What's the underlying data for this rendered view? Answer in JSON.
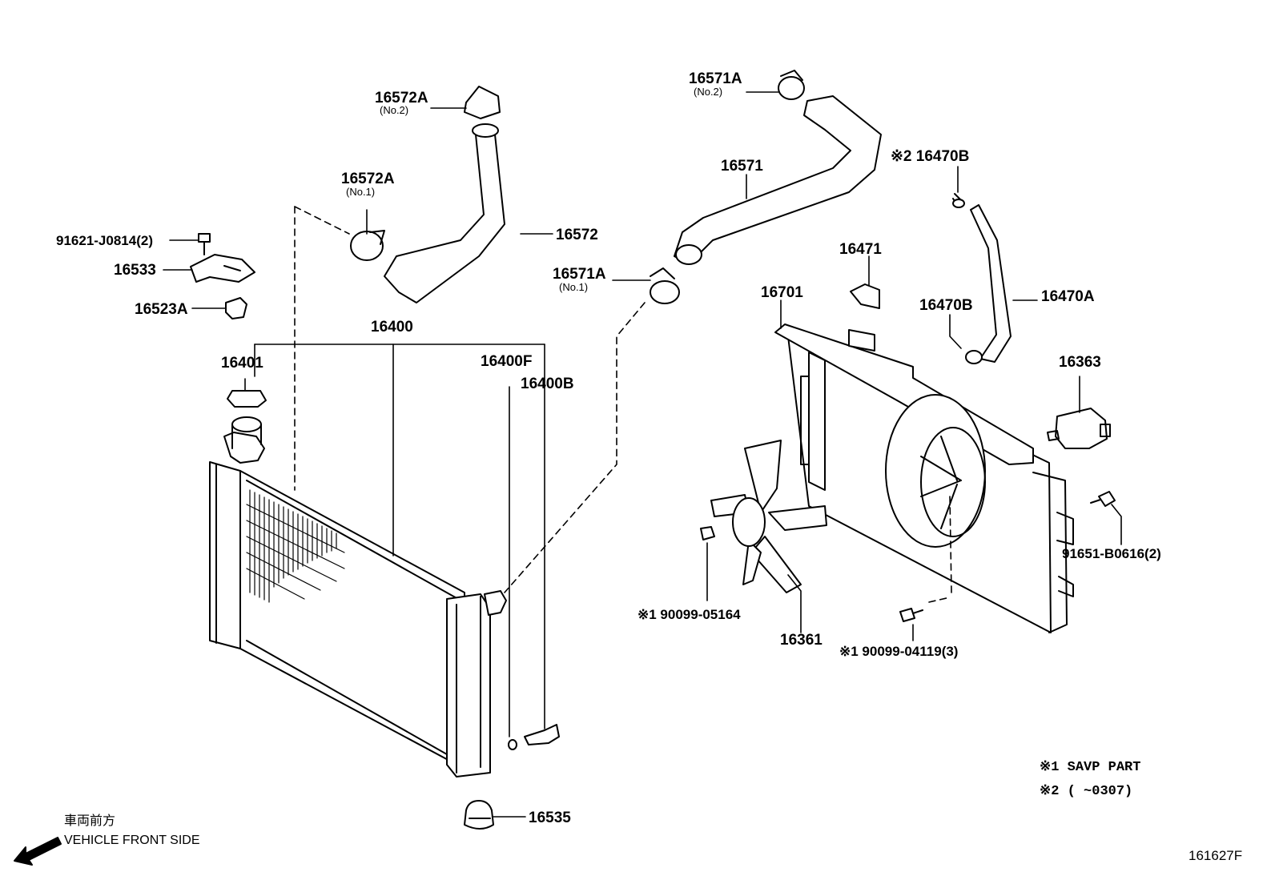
{
  "parts": {
    "p16572A_no2": "16572A",
    "p16572A_no2_sub": "(No.2)",
    "p16572A_no1": "16572A",
    "p16572A_no1_sub": "(No.1)",
    "p16572": "16572",
    "p91621": "91621-J0814(2)",
    "p16533": "16533",
    "p16523A": "16523A",
    "p16400": "16400",
    "p16401": "16401",
    "p16400F": "16400F",
    "p16400B": "16400B",
    "p16535": "16535",
    "p16571A_no2": "16571A",
    "p16571A_no2_sub": "(No.2)",
    "p16571": "16571",
    "p16571A_no1": "16571A",
    "p16571A_no1_sub": "(No.1)",
    "p16470B_top": "※2 16470B",
    "p16471": "16471",
    "p16470A": "16470A",
    "p16470B_mid": "16470B",
    "p16701": "16701",
    "p16363": "16363",
    "p91651": "91651-B0616(2)",
    "p90099_05164": "※1 90099-05164",
    "p16361": "16361",
    "p90099_04119": "※1 90099-04119(3)"
  },
  "notes": {
    "note1": "※1 SAVP PART",
    "note2": "※2 (      ~0307)"
  },
  "direction": {
    "jp": "車両前方",
    "en": "VEHICLE FRONT SIDE"
  },
  "figure_id": "161627F"
}
